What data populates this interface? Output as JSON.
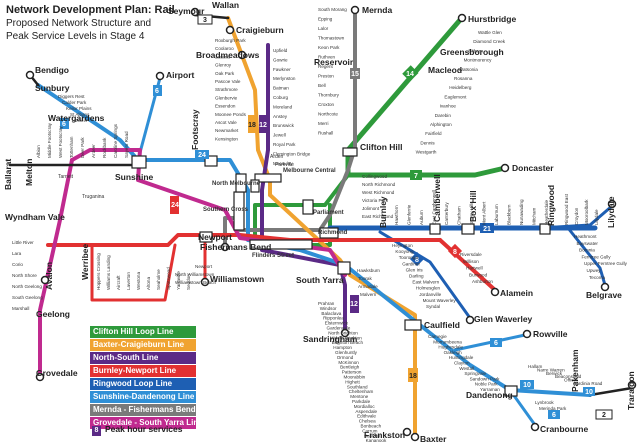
{
  "title": {
    "line1": "Network Development Plan: Rail",
    "line2": "Proposed Network Structure and",
    "line3": "Peak Service Levels in Stage 4"
  },
  "legend": [
    {
      "label": "Clifton Hill Loop Line",
      "color": "#2e9a3b"
    },
    {
      "label": "Baxter-Craigieburn Line",
      "color": "#f0a330"
    },
    {
      "label": "North-South Line",
      "color": "#5b2a86"
    },
    {
      "label": "Burnley-Newport Line",
      "color": "#e23131"
    },
    {
      "label": "Ringwood Loop Line",
      "color": "#1e5fb3"
    },
    {
      "label": "Sunshine-Dandenong Line",
      "color": "#2f8fd6"
    },
    {
      "label": "Mernda - Fishermans Bend Line",
      "color": "#7a7a7a"
    },
    {
      "label": "Grovedale - South Yarra Line",
      "color": "#c02a8f"
    }
  ],
  "peak_label": "Peak hour services",
  "peak_badge": "8",
  "termini": {
    "seymour": "Seymour",
    "wallan": "Wallan",
    "craigieburn": "Craigieburn",
    "broadmeadows": "Broadmeadows",
    "mernda": "Mernda",
    "hurstbridge": "Hurstbridge",
    "greensborough": "Greensborough",
    "macleod": "Macleod",
    "reservoir": "Reservoir",
    "bendigo": "Bendigo",
    "sunbury": "Sunbury",
    "watergardens": "Watergardens",
    "airport": "Airport",
    "ballarat": "Ballarat",
    "melton": "Melton",
    "sunshine": "Sunshine",
    "footscray": "Footscray",
    "clifton_hill": "Clifton Hill",
    "doncaster": "Doncaster",
    "wyndham_vale": "Wyndham Vale",
    "werribee": "Werribee",
    "avalon": "Avalon",
    "geelong": "Geelong",
    "grovedale": "Grovedale",
    "newport": "Newport",
    "fishermans_bend": "Fishermans Bend",
    "williamstown": "Williamstown",
    "southern_cross": "Southern Cross",
    "flinders_street": "Flinders Street",
    "parliament": "Parliament",
    "melbourne_central": "Melbourne Central",
    "flagstaff": "Flagstaff",
    "north_melbourne": "North Melbourne",
    "richmond": "Richmond",
    "south_yarra": "South Yarra",
    "burnley": "Burnley",
    "camberwell": "Camberwell",
    "box_hill": "Box Hill",
    "ringwood": "Ringwood",
    "lilydale": "Lilydale",
    "belgrave": "Belgrave",
    "alamein": "Alamein",
    "glen_waverley": "Glen Waverley",
    "caulfield": "Caulfield",
    "sandringham": "Sandringham",
    "rowville": "Rowville",
    "dandenong": "Dandenong",
    "pakenham": "Pakenham",
    "cranbourne": "Cranbourne",
    "frankston": "Frankston",
    "baxter": "Baxter",
    "traralgon": "Traralgon",
    "tarneit": "Tarneit",
    "tarneit2": "Truganina",
    "parkville": "Parkville",
    "arden": "Arden"
  },
  "stations": {
    "west_upfield": [
      "Upfield",
      "Gowrie",
      "Fawkner",
      "Merlynston",
      "Batman",
      "Coburg",
      "Moreland",
      "Anstey",
      "Brunswick",
      "Jewell",
      "Royal Park",
      "Flemington Bridge",
      "Macaulay"
    ],
    "craigieburn": [
      "Roxburgh Park",
      "Coolaroo",
      "Jacana",
      "Glenroy",
      "Oak Park",
      "Pascoe Vale",
      "Strathmore",
      "Glenbervie",
      "Essendon",
      "Moonee Ponds",
      "Ascot Vale",
      "Newmarket",
      "Kensington"
    ],
    "mernda": [
      "South Morang",
      "Epping",
      "Lalor",
      "Thomastown",
      "Keon Park",
      "Ruthven",
      "Regent",
      "Preston",
      "Bell",
      "Thornbury",
      "Croxton",
      "Northcote",
      "Merri",
      "Rushall"
    ],
    "hurstbridge": [
      "Wattle Glen",
      "Diamond Creek",
      "Eltham",
      "Montmorency",
      "Watsonia",
      "Rosanna",
      "Heidelberg",
      "Eaglemont",
      "Ivanhoe",
      "Darebin",
      "Alphington",
      "Fairfield",
      "Dennis",
      "Westgarth"
    ],
    "sunbury": [
      "Diggers Rest",
      "Calder Park",
      "Keilor Plains",
      "St Albans",
      "Ginifer"
    ],
    "werribee_line": [
      "Hoppers Crossing",
      "Williams Landing",
      "Aircraft",
      "Laverton",
      "Westona",
      "Altona",
      "Seaholme",
      "Spotswood",
      "Yarraville",
      "Seddon"
    ],
    "geelong": [
      "Little River",
      "Lara",
      "Corio",
      "North Shore",
      "North Geelong",
      "South Geelong",
      "Marshall"
    ],
    "cranbourne": [
      "Lynbrook",
      "Merinda Park"
    ],
    "frankston": [
      "Prahran",
      "Windsor",
      "Balaclava",
      "Ripponlea",
      "Elsternwick",
      "Gardenvale",
      "North Brighton",
      "Middle Brighton",
      "Brighton Beach",
      "Hampton",
      "Glenhuntly",
      "Ormond",
      "McKinnon",
      "Bentleigh",
      "Patterson",
      "Moorabbin",
      "Highett",
      "Southland",
      "Cheltenham",
      "Mentone",
      "Parkdale",
      "Mordialloc",
      "Aspendale",
      "Edithvale",
      "Chelsea",
      "Bonbeach",
      "Carrum",
      "Seaford",
      "Kananook"
    ],
    "dandenong": [
      "Carnegie",
      "Murrumbeena",
      "Hughesdale",
      "Oakleigh",
      "Huntingdale",
      "Clayton",
      "Westall",
      "Springvale",
      "Sandown Park",
      "Noble Park",
      "Yarraman"
    ],
    "belgrave": [
      "Heathmont",
      "Bayswater",
      "Boronia",
      "Ferntree Gully",
      "Upper Ferntree Gully",
      "Upwey",
      "Tecoma"
    ],
    "pakenham": [
      "Hallam",
      "Narre Warren",
      "Berwick",
      "Beaconsfield",
      "Officer",
      "Cardinia Road"
    ],
    "alamein": [
      "Riversdale",
      "Willison",
      "Hartwell",
      "Burwood",
      "Ashburton"
    ],
    "glen_waverley": [
      "Heyington",
      "Kooyong",
      "Tooronga",
      "Gardiner",
      "Glen Iris",
      "Darling",
      "East Malvern",
      "Holmesglen",
      "Jordanville",
      "Mount Waverley",
      "Syndal"
    ],
    "box_hill": [
      "Hawthorn",
      "Glenferrie",
      "Auburn",
      "East Camberwell",
      "Canterbury",
      "Chatham",
      "Surrey Hills",
      "Mont Albert",
      "Laburnum",
      "Blackburn",
      "Nunawading",
      "Mitcham",
      "Heatherdale"
    ],
    "lilydale": [
      "Ringwood East",
      "Croydon",
      "Mooroolbark",
      "Lilydale"
    ],
    "doncaster": [
      "Collingwood",
      "North Richmond",
      "West Richmond",
      "Victoria Park",
      "Jolimont",
      "East Richmond"
    ],
    "inner": [
      "Hawksburn",
      "Toorak",
      "Armadale",
      "Malvern",
      "Newport",
      "North Williamstown",
      "Williamstown Beach"
    ],
    "west_misc": [
      "Albion",
      "Middle Footscray",
      "West Footscray",
      "Tottenham",
      "Deer Park",
      "Ardeer",
      "Rockbank",
      "Caroline Springs",
      "Sayers Road",
      "Blackforest Road",
      "Lilydale"
    ]
  },
  "badges": [
    {
      "text": "3"
    },
    {
      "text": "2"
    },
    {
      "text": "6"
    },
    {
      "text": "6"
    },
    {
      "text": "14"
    },
    {
      "text": "15"
    },
    {
      "text": "18"
    },
    {
      "text": "12"
    },
    {
      "text": "24"
    },
    {
      "text": "24"
    },
    {
      "text": "7"
    },
    {
      "text": "21"
    },
    {
      "text": "12"
    },
    {
      "text": "8"
    },
    {
      "text": "8"
    },
    {
      "text": "6"
    },
    {
      "text": "18"
    },
    {
      "text": "12"
    },
    {
      "text": "10"
    },
    {
      "text": "6"
    },
    {
      "text": "10"
    },
    {
      "text": "2"
    },
    {
      "text": "10"
    }
  ]
}
